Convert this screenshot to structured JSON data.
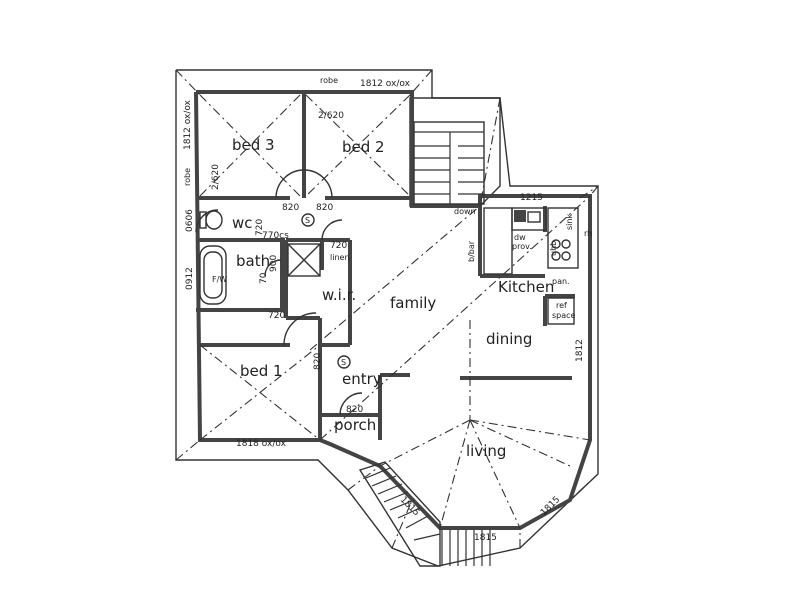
{
  "rooms": {
    "bed3": "bed 3",
    "bed2": "bed 2",
    "bed1": "bed 1",
    "bath": "bath",
    "wc": "wc",
    "wir": "w.i.r.",
    "family": "family",
    "kitchen": "Kitchen",
    "dining": "dining",
    "entry": "entry",
    "porch": "porch",
    "living": "living",
    "robe_top": "robe",
    "robe_left": "robe",
    "linen": "linen",
    "bbar": "b/bar",
    "pan": "pan.",
    "ref_space_1": "ref",
    "ref_space_2": "space",
    "dw_prov_1": "dw",
    "dw_prov_2": "prov.",
    "down": "down",
    "fw": "F/W"
  },
  "dimensions": {
    "top_window": "1812 ox/ox",
    "left_window": "1812 ox/ox",
    "robe_door_top": "2/620",
    "robe_door_left": "2/620",
    "bed3_door": "820",
    "bed2_door": "820",
    "wc_door": "720",
    "wc_window": "0606",
    "cs_door": "770cs",
    "linen_door": "720",
    "bath_window": "0912",
    "bath_door_1": "900",
    "bath_door_2": "70",
    "bath_door_3": "720",
    "wir_door": "720",
    "bed1_door": "820",
    "bed1_window": "1818 ox/ox",
    "porch_door": "820",
    "kitchen_window": "1215",
    "dining_window": "1812",
    "living_left": "1815",
    "living_right": "1815",
    "living_bottom": "1815",
    "smoke_1": "S",
    "smoke_2": "S",
    "rh": "rh",
    "uhb": "uhb",
    "sink": "sink"
  }
}
